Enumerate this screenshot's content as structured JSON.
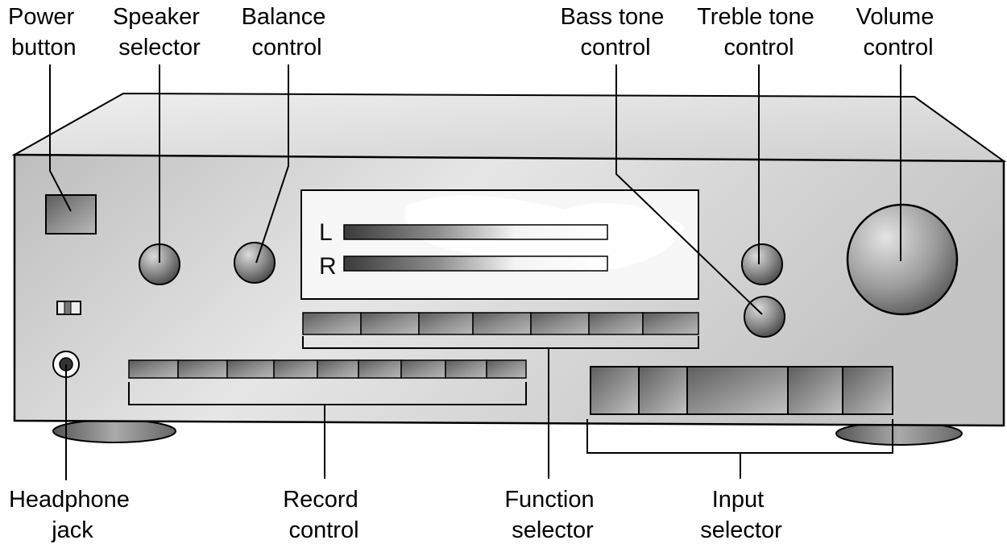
{
  "labels": {
    "power_button": [
      "Power",
      "button"
    ],
    "speaker_selector": [
      "Speaker",
      "selector"
    ],
    "balance_control": [
      "Balance",
      "control"
    ],
    "bass_tone_control": [
      "Bass tone",
      "control"
    ],
    "treble_tone_control": [
      "Treble tone",
      "control"
    ],
    "volume_control": [
      "Volume",
      "control"
    ],
    "headphone_jack": [
      "Headphone",
      "jack"
    ],
    "record_control": [
      "Record",
      "control"
    ],
    "function_selector": [
      "Function",
      "selector"
    ],
    "input_selector": [
      "Input",
      "selector"
    ]
  },
  "meter": {
    "left_channel": "L",
    "right_channel": "R"
  }
}
